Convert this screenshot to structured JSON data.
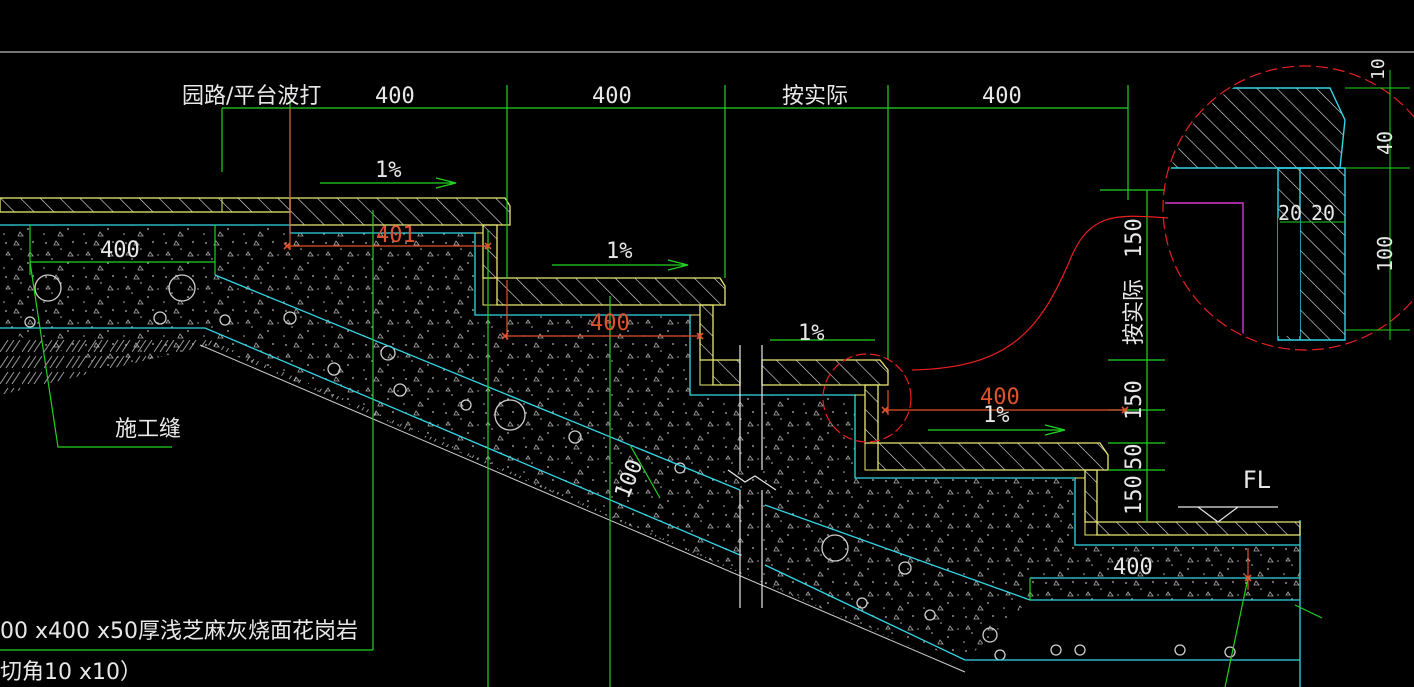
{
  "top_labels": {
    "road_note": "园路/平台波打",
    "dim1": "400",
    "dim2": "400",
    "as_actual": "按实际",
    "dim4": "400"
  },
  "slopes": [
    "1%",
    "1%",
    "1%",
    "1%"
  ],
  "step_dims": {
    "left_400": "400",
    "tread1_401": "401",
    "tread2_400": "400",
    "tread4_400": "400",
    "bottom_400": "400",
    "thickness_100": "100"
  },
  "riser_dims": {
    "r150_top": "150",
    "as_actual_vert": "按实际",
    "r150_mid": "150",
    "r50": "50",
    "r150_bot": "150"
  },
  "detail_dims": {
    "d10": "10",
    "d40": "40",
    "d20a": "20",
    "d20b": "20",
    "d100": "100"
  },
  "notes": {
    "joint": "施工缝",
    "fl": "FL",
    "material_line1": "00 x400 x50厚浅芝麻灰烧面花岗岩",
    "material_line2": "切角10 x10）"
  },
  "colors": {
    "background": "#000000",
    "step_edge": "#e8e872",
    "green": "#21d321",
    "cyan": "#33d6e6",
    "orange": "#e0522b",
    "red": "#e82020",
    "magenta": "#d23ad2",
    "white": "#e8e8e8"
  }
}
